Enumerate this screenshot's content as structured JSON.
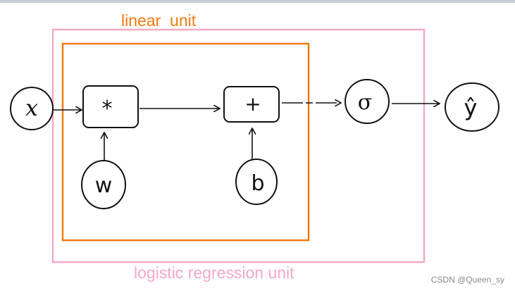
{
  "labels": {
    "linear_unit": "linear  unit",
    "logistic_unit": "logistic regression unit",
    "watermark": "CSDN @Queen_sy"
  },
  "nodes": {
    "input_x": "x",
    "multiply": "*",
    "add": "+",
    "weight_w": "w",
    "bias_b": "b",
    "sigmoid": "σ",
    "output_y": "ŷ"
  },
  "colors": {
    "linear_box": "#f07c10",
    "logistic_box": "#f5a9c2",
    "linear_label": "#f07c10",
    "logistic_label": "#f5a9c2",
    "ink": "#111111",
    "watermark": "#8a8a8a"
  }
}
